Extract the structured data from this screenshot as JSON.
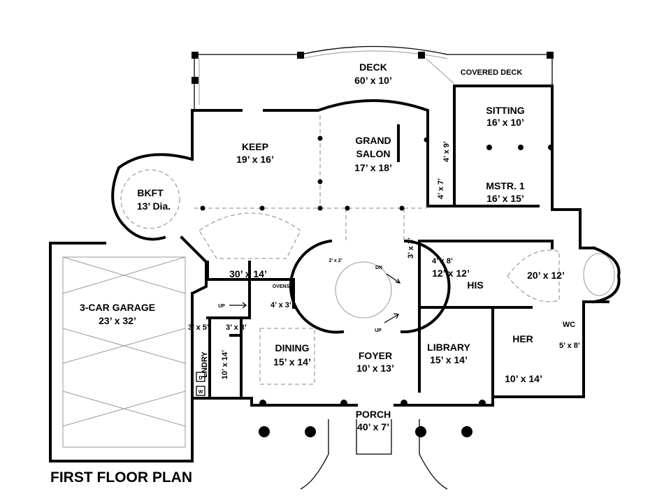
{
  "title": "FIRST FLOOR PLAN",
  "rooms": {
    "deck": {
      "name": "DECK",
      "size": "60’ x 10’"
    },
    "covered_deck": {
      "name": "COVERED DECK"
    },
    "sitting": {
      "name": "SITTING",
      "size": "16’ x 10’"
    },
    "keep": {
      "name": "KEEP",
      "size": "19’ x 16’"
    },
    "grand_salon": {
      "name1": "GRAND",
      "name2": "SALON",
      "size": "17’ x 18’"
    },
    "closet_4x9": {
      "size": "4’ x 9’"
    },
    "bath_4x7": {
      "size": "4’ x 7’"
    },
    "bkft": {
      "name": "BKFT",
      "size": "13’ Dia."
    },
    "mstr1": {
      "name": "MSTR. 1",
      "size": "16’ x 15’"
    },
    "closet_3x3_stair": {
      "size": "3’ x 3’"
    },
    "closet_2x2": {
      "size": "2’ x 2’"
    },
    "stair_dn": "DN",
    "stair_up": "UP",
    "kitchen": {
      "size": "30’ x 14’",
      "ovens": "OVENS"
    },
    "bath_4x8": {
      "size": "4’ x 8’"
    },
    "his": {
      "name": "HIS",
      "size": "12’ x 12’"
    },
    "master_bath": {
      "size": "20’ x 12’"
    },
    "back_stair_up": "UP",
    "pantry": {
      "size": "4’ x 3’"
    },
    "garage": {
      "name": "3-CAR GARAGE",
      "size": "23’ x 32’"
    },
    "powder": {
      "size": "3’ x 5’"
    },
    "closet_3x3": {
      "size": "3’ x 3’"
    },
    "wc": {
      "name": "WC",
      "size": "5’ x 8’"
    },
    "her": {
      "name": "HER",
      "size": "10’ x 14’"
    },
    "dining": {
      "name": "DINING",
      "size": "15’ x 14’"
    },
    "foyer": {
      "name": "FOYER",
      "size": "10’ x 13’"
    },
    "library": {
      "name": "LIBRARY",
      "size": "15’ x 14’"
    },
    "laundry": {
      "name": "LNDRY",
      "size": "10’ x 14’",
      "dryer": "D",
      "washer": "W"
    },
    "porch": {
      "name": "PORCH",
      "size": "40’ x 7’"
    }
  }
}
